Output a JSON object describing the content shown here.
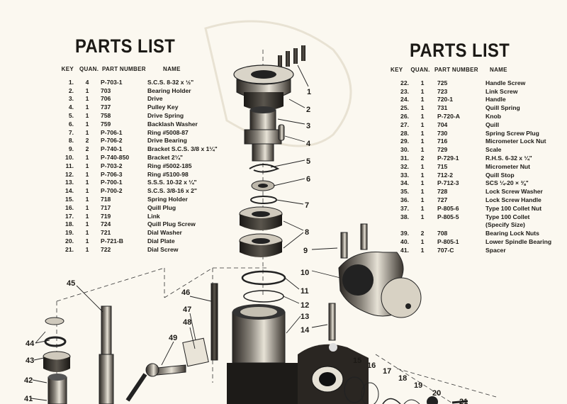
{
  "left": {
    "title": "PARTS LIST",
    "headers": {
      "key": "KEY",
      "quan": "QUAN.",
      "part": "PART NUMBER",
      "name": "NAME"
    },
    "rows": [
      {
        "key": "1.",
        "quan": "4",
        "part": "P-703-1",
        "name": "S.C.S. 8-32 x ½\""
      },
      {
        "key": "2.",
        "quan": "1",
        "part": "703",
        "name": "Bearing Holder"
      },
      {
        "key": "3.",
        "quan": "1",
        "part": "706",
        "name": "Drive"
      },
      {
        "key": "4.",
        "quan": "1",
        "part": "737",
        "name": "Pulley Key"
      },
      {
        "key": "5.",
        "quan": "1",
        "part": "758",
        "name": "Drive Spring"
      },
      {
        "key": "6.",
        "quan": "1",
        "part": "759",
        "name": "Backlash Washer"
      },
      {
        "key": "7.",
        "quan": "1",
        "part": "P-706-1",
        "name": "Ring #5008-87"
      },
      {
        "key": "8.",
        "quan": "2",
        "part": "P-706-2",
        "name": "Drive Bearing"
      },
      {
        "key": "9.",
        "quan": "2",
        "part": "P-740-1",
        "name": "Bracket S.C.S. 3/8 x 1¼\""
      },
      {
        "key": "10.",
        "quan": "1",
        "part": "P-740-850",
        "name": "Bracket 2¼\""
      },
      {
        "key": "11.",
        "quan": "1",
        "part": "P-703-2",
        "name": "Ring #5002-185"
      },
      {
        "key": "12.",
        "quan": "1",
        "part": "P-706-3",
        "name": "Ring #5100-98"
      },
      {
        "key": "13.",
        "quan": "1",
        "part": "P-700-1",
        "name": "S.S.S. 10-32 x ¼\""
      },
      {
        "key": "14.",
        "quan": "1",
        "part": "P-700-2",
        "name": "S.C.S. 3/8-16 x 2\""
      },
      {
        "key": "15.",
        "quan": "1",
        "part": "718",
        "name": "Spring Holder"
      },
      {
        "key": "16.",
        "quan": "1",
        "part": "717",
        "name": "Quill Plug"
      },
      {
        "key": "17.",
        "quan": "1",
        "part": "719",
        "name": "Link"
      },
      {
        "key": "18.",
        "quan": "1",
        "part": "724",
        "name": "Quill Plug Screw"
      },
      {
        "key": "19.",
        "quan": "1",
        "part": "721",
        "name": "Dial Washer"
      },
      {
        "key": "20.",
        "quan": "1",
        "part": "P-721-B",
        "name": "Dial Plate"
      },
      {
        "key": "21.",
        "quan": "1",
        "part": "722",
        "name": "Dial Screw"
      }
    ]
  },
  "right": {
    "title": "PARTS LIST",
    "headers": {
      "key": "KEY",
      "quan": "QUAN.",
      "part": "PART NUMBER",
      "name": "NAME"
    },
    "rows": [
      {
        "key": "22.",
        "quan": "1",
        "part": "725",
        "name": "Handle Screw"
      },
      {
        "key": "23.",
        "quan": "1",
        "part": "723",
        "name": "Link Screw"
      },
      {
        "key": "24.",
        "quan": "1",
        "part": "720-1",
        "name": "Handle"
      },
      {
        "key": "25.",
        "quan": "1",
        "part": "731",
        "name": "Quill Spring"
      },
      {
        "key": "26.",
        "quan": "1",
        "part": "P-720-A",
        "name": "Knob"
      },
      {
        "key": "27.",
        "quan": "1",
        "part": "704",
        "name": "Quill"
      },
      {
        "key": "28.",
        "quan": "1",
        "part": "730",
        "name": "Spring Screw Plug"
      },
      {
        "key": "29.",
        "quan": "1",
        "part": "716",
        "name": "Micrometer Lock Nut"
      },
      {
        "key": "30.",
        "quan": "1",
        "part": "729",
        "name": "Scale"
      },
      {
        "key": "31.",
        "quan": "2",
        "part": "P-729-1",
        "name": "R.H.S. 6-32 x ¼\""
      },
      {
        "key": "32.",
        "quan": "1",
        "part": "715",
        "name": "Micrometer Nut"
      },
      {
        "key": "33.",
        "quan": "1",
        "part": "712-2",
        "name": "Quill Stop"
      },
      {
        "key": "34.",
        "quan": "1",
        "part": "P-712-3",
        "name": "SCS ¼-20 × ⅜\""
      },
      {
        "key": "35.",
        "quan": "1",
        "part": "728",
        "name": "Lock Screw Washer"
      },
      {
        "key": "36.",
        "quan": "1",
        "part": "727",
        "name": "Lock Screw Handle"
      },
      {
        "key": "37.",
        "quan": "1",
        "part": "P-805-6",
        "name": "Type 100 Collet Nut"
      },
      {
        "key": "38.",
        "quan": "1",
        "part": "P-805-5",
        "name": "Type 100 Collet",
        "name2": "(Specify Size)"
      },
      {
        "key": "39.",
        "quan": "2",
        "part": "708",
        "name": "Bearing Lock Nuts"
      },
      {
        "key": "40.",
        "quan": "1",
        "part": "P-805-1",
        "name": "Lower Spindle Bearing"
      },
      {
        "key": "41.",
        "quan": "1",
        "part": "707-C",
        "name": "Spacer"
      }
    ]
  },
  "callouts": [
    "1",
    "2",
    "3",
    "4",
    "5",
    "6",
    "7",
    "8",
    "9",
    "10",
    "11",
    "12",
    "13",
    "14",
    "15",
    "16",
    "17",
    "18",
    "19",
    "20",
    "21",
    "41",
    "42",
    "43",
    "44",
    "45",
    "46",
    "47",
    "48",
    "49"
  ]
}
